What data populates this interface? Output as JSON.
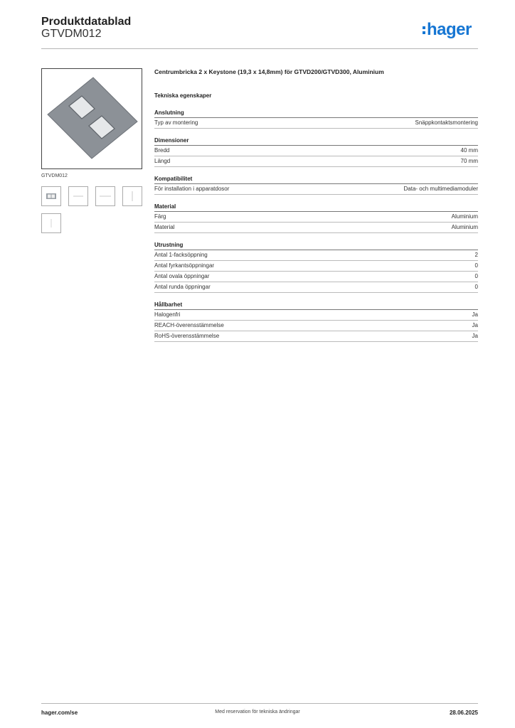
{
  "header": {
    "title": "Produktdatablad",
    "code": "GTVDM012",
    "logo_text": "hager",
    "brand_color": "#1676d3"
  },
  "gallery": {
    "caption": "GTVDM012",
    "thumbnail_count": 5
  },
  "product": {
    "title": "Centrumbricka 2 x Keystone  (19,3 x 14,8mm) för GTVD200/GTVD300, Aluminium"
  },
  "specs_heading": "Tekniska egenskaper",
  "groups": [
    {
      "title": "Anslutning",
      "rows": [
        {
          "label": "Typ av montering",
          "value": "Snäppkontaktsmontering"
        }
      ]
    },
    {
      "title": "Dimensioner",
      "rows": [
        {
          "label": "Bredd",
          "value": "40 mm"
        },
        {
          "label": "Längd",
          "value": "70 mm"
        }
      ]
    },
    {
      "title": "Kompatibilitet",
      "rows": [
        {
          "label": "För installation i apparatdosor",
          "value": "Data- och multimediamoduler"
        }
      ]
    },
    {
      "title": "Material",
      "rows": [
        {
          "label": "Färg",
          "value": "Aluminium"
        },
        {
          "label": "Material",
          "value": "Aluminium"
        }
      ]
    },
    {
      "title": "Utrustning",
      "rows": [
        {
          "label": "Antal 1-facksöppning",
          "value": "2"
        },
        {
          "label": "Antal fyrkantsöppningar",
          "value": "0"
        },
        {
          "label": "Antal ovala öppningar",
          "value": "0"
        },
        {
          "label": "Antal runda öppningar",
          "value": "0"
        }
      ]
    },
    {
      "title": "Hållbarhet",
      "rows": [
        {
          "label": "Halogenfri",
          "value": "Ja"
        },
        {
          "label": "REACH-överensstämmelse",
          "value": "Ja"
        },
        {
          "label": "RoHS-överensstämmelse",
          "value": "Ja"
        }
      ]
    }
  ],
  "footer": {
    "left": "hager.com/se",
    "center": "Med reservation för tekniska ändringar",
    "right": "28.06.2025"
  }
}
